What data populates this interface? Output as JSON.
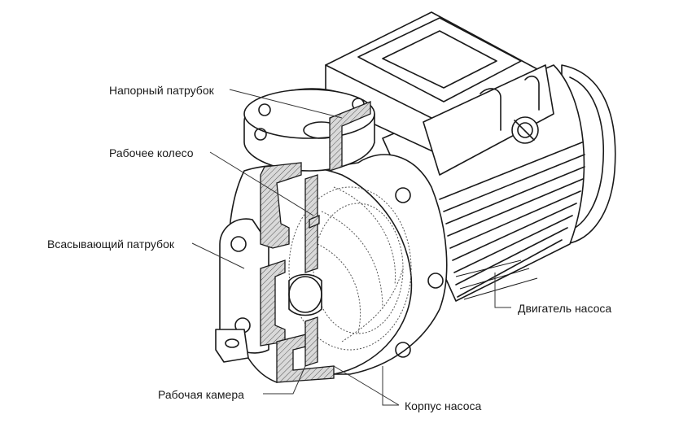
{
  "labels": {
    "discharge": "Напорный патрубок",
    "impeller": "Рабочее колесо",
    "suction": "Всасывающий патрубок",
    "motor": "Двигатель насоса",
    "chamber": "Рабочая камера",
    "housing": "Корпус насоса"
  },
  "colors": {
    "line": "#1a1a1a",
    "background": "#ffffff"
  }
}
